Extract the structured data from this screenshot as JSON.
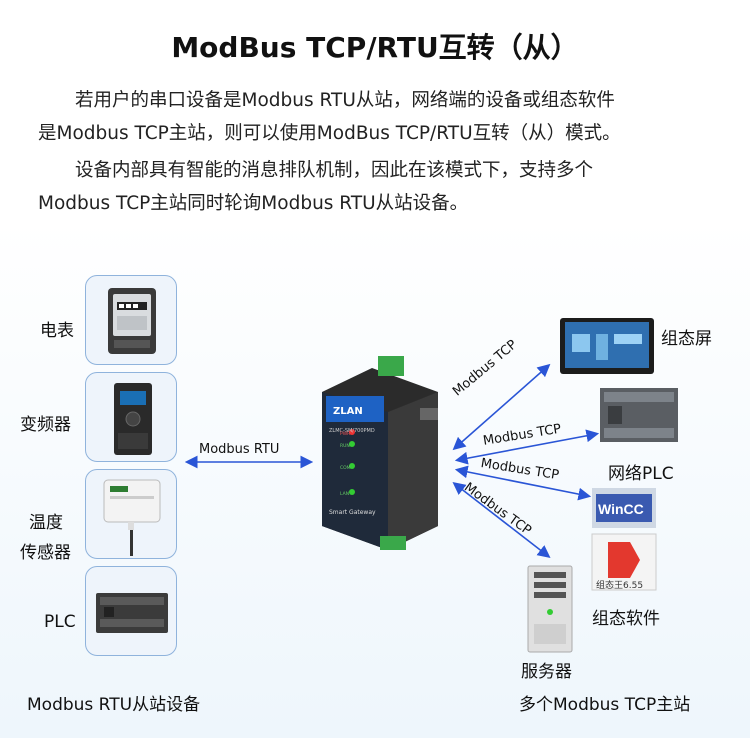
{
  "title": "ModBus TCP/RTU互转（从）",
  "paragraph1": {
    "line1": "若用户的串口设备是Modbus RTU从站，网络端的设备或组态软件",
    "line2": "是Modbus TCP主站，则可以使用ModBus TCP/RTU互转（从）模式。"
  },
  "paragraph2": {
    "line1": "设备内部具有智能的消息排队机制，因此在该模式下，支持多个",
    "line2": "Modbus TCP主站同时轮询Modbus RTU从站设备。"
  },
  "left_devices": {
    "meter": "电表",
    "inverter": "变频器",
    "temp_line1": "温度",
    "temp_line2": "传感器",
    "plc": "PLC",
    "caption": "Modbus  RTU从站设备"
  },
  "rtu_link_label": "Modbus  RTU",
  "tcp_link_labels": [
    "Modbus TCP",
    "Modbus TCP",
    "Modbus TCP",
    "Modbus TCP"
  ],
  "right_devices": {
    "hmi": "组态屏",
    "network_plc": "网络PLC",
    "software": "组态软件",
    "server": "服务器",
    "caption": "多个Modbus TCP主站"
  },
  "gateway": {
    "brand": "ZLAN",
    "model": "ZLMC-SM/700PMD",
    "name": "Smart Gateway",
    "leds": [
      "PWR",
      "RUN",
      "COM",
      "LAN"
    ]
  },
  "software_logo_text": "WinCC",
  "software_logo2_text": "组态王6.55",
  "colors": {
    "arrow": "#2a55d6",
    "box_border": "#8fb3dc",
    "box_fill": "#eef4fb"
  }
}
